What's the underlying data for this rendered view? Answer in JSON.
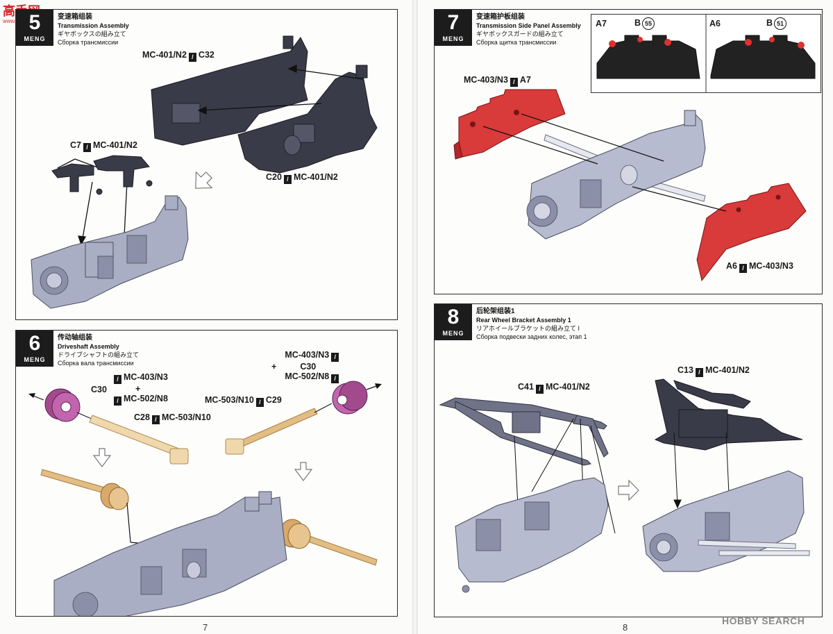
{
  "watermark": {
    "logo_text": "高手网",
    "logo_url": "www.gaoshou.com",
    "bottom": "HOBBY SEARCH"
  },
  "brand": "MENG",
  "colors": {
    "dark_part": "#3a3b48",
    "grey_part": "#a9aec4",
    "red_part": "#d93a3a",
    "tan_part": "#e2bd84",
    "purple_part": "#a34a8f"
  },
  "steps": {
    "s5": {
      "num": "5",
      "zh": "变速箱组装",
      "en": "Transmission Assembly",
      "jp": "ギヤボックスの組み立て",
      "ru": "Сборка трансмиссии",
      "labels": {
        "l1_a": "MC-401/N2",
        "l1_b": "C32",
        "l2_a": "C7",
        "l2_b": "MC-401/N2",
        "l3_a": "C20",
        "l3_b": "MC-401/N2"
      }
    },
    "s6": {
      "num": "6",
      "zh": "传动轴组装",
      "en": "Driveshaft Assembly",
      "jp": "ドライブシャフトの組み立て",
      "ru": "Сборка вала трансмиссии",
      "labels": {
        "c30_left": "C30",
        "mc403": "MC-403/N3",
        "plus": "+",
        "mc502": "MC-502/N8",
        "c28": "C28",
        "c28_b": "MC-503/N10",
        "r_mc403": "MC-403/N3",
        "r_plus": "+",
        "r_c30": "C30",
        "r_mc502": "MC-502/N8",
        "c29_a": "MC-503/N10",
        "c29_b": "C29"
      }
    },
    "s7": {
      "num": "7",
      "zh": "变速箱护板组装",
      "en": "Transmission Side Panel Assembly",
      "jp": "ギヤボックスガードの組み立て",
      "ru": "Сборка щитка трансмиссии",
      "labels": {
        "a7_a": "MC-403/N3",
        "a7_b": "A7",
        "a6_a": "A6",
        "a6_b": "MC-403/N3"
      },
      "inset": {
        "left_part": "A7",
        "left_ref": "B",
        "left_ref_num": "55",
        "right_part": "A6",
        "right_ref": "B",
        "right_ref_num": "51"
      }
    },
    "s8": {
      "num": "8",
      "zh": "后轮架组装1",
      "en": "Rear Wheel Bracket Assembly 1",
      "jp": "リアホイールブラケットの組み立て I",
      "ru": "Сборка подвески задних колес, этап 1",
      "labels": {
        "c41_a": "C41",
        "c41_b": "MC-401/N2",
        "c13_a": "C13",
        "c13_b": "MC-401/N2"
      }
    }
  },
  "page_numbers": {
    "left": "7",
    "right": "8"
  }
}
